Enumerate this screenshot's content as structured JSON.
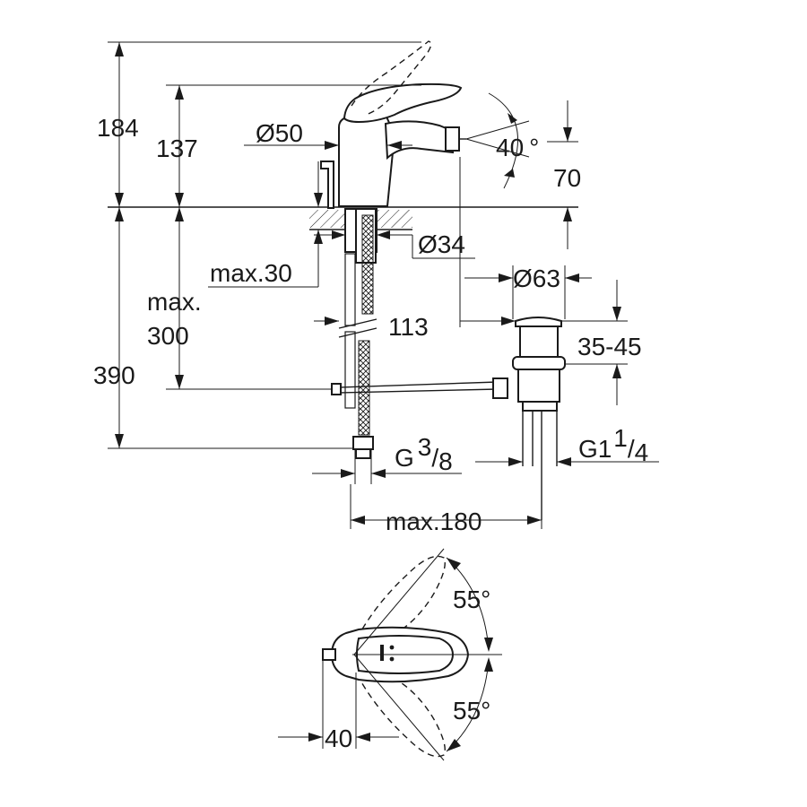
{
  "dimensions": {
    "total_height": "184",
    "spout_height": "137",
    "body_diameter": "Ø50",
    "spout_angle": "40",
    "degree_symbol": "°",
    "outlet_height": "70",
    "shank_diameter": "Ø34",
    "max_deck_label": "max.30",
    "hose_max_label": "max.",
    "hose_max_value": "300",
    "projection": "113",
    "waste_diameter": "Ø63",
    "waste_range": "35-45",
    "below_deck": "390",
    "supply_thread": "G",
    "supply_sup": "3",
    "supply_sub": "8",
    "waste_thread": "G1",
    "waste_sup": "1",
    "waste_sub": "4",
    "fraction_slash": "/",
    "max_spacing": "max.180",
    "lever_angle_up": "55°",
    "lever_angle_down": "55°",
    "lever_offset": "40"
  }
}
